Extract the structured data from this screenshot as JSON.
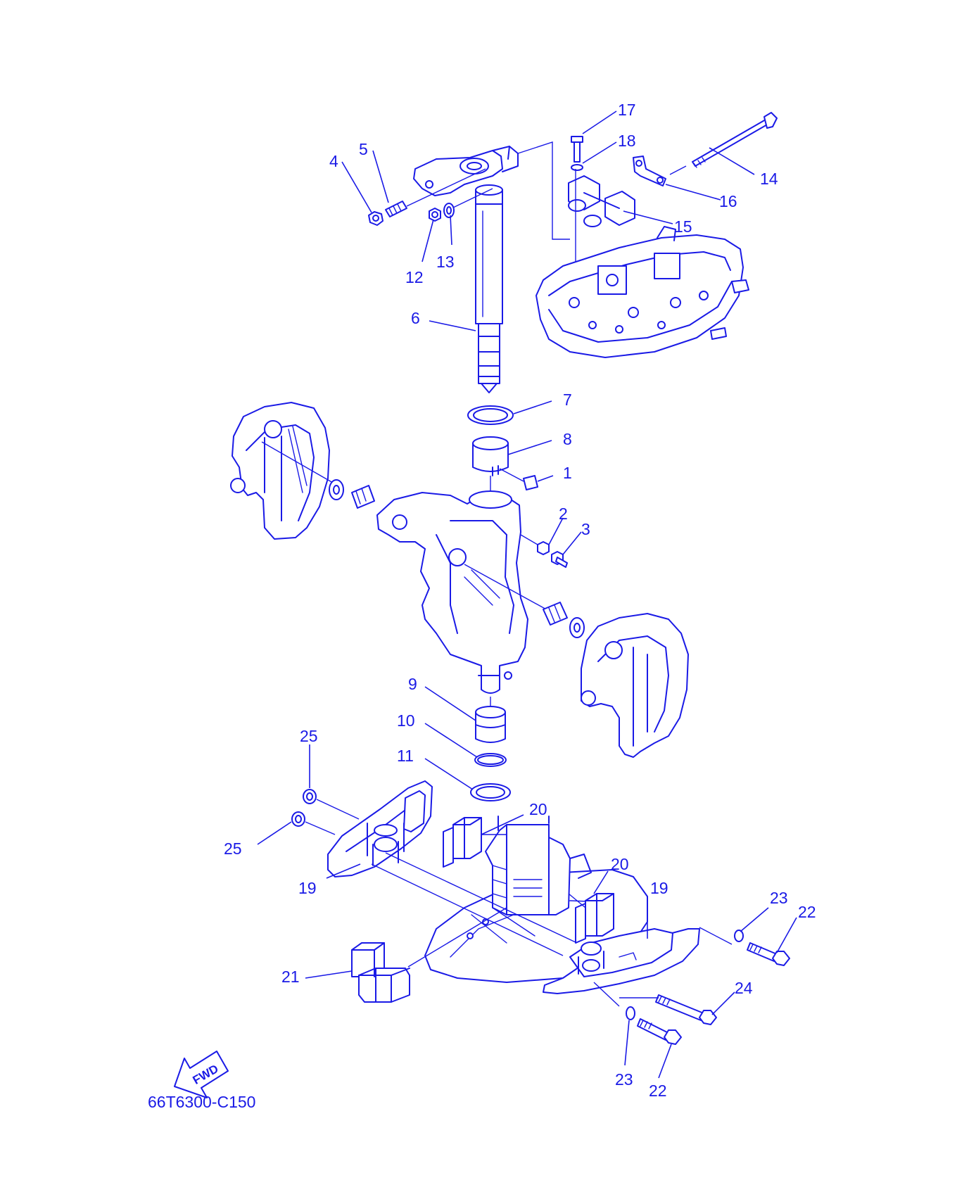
{
  "diagram": {
    "code": "66T6300-C150",
    "fwd_label": "FWD",
    "colors": {
      "line": "#1a1ae6",
      "background": "#ffffff"
    },
    "callouts": [
      {
        "id": "c17",
        "text": "17"
      },
      {
        "id": "c18",
        "text": "18"
      },
      {
        "id": "c5",
        "text": "5"
      },
      {
        "id": "c4",
        "text": "4"
      },
      {
        "id": "c14",
        "text": "14"
      },
      {
        "id": "c16",
        "text": "16"
      },
      {
        "id": "c15",
        "text": "15"
      },
      {
        "id": "c13",
        "text": "13"
      },
      {
        "id": "c12",
        "text": "12"
      },
      {
        "id": "c6",
        "text": "6"
      },
      {
        "id": "c7",
        "text": "7"
      },
      {
        "id": "c8",
        "text": "8"
      },
      {
        "id": "c1",
        "text": "1"
      },
      {
        "id": "c2",
        "text": "2"
      },
      {
        "id": "c3",
        "text": "3"
      },
      {
        "id": "c9",
        "text": "9"
      },
      {
        "id": "c10",
        "text": "10"
      },
      {
        "id": "c11",
        "text": "11"
      },
      {
        "id": "c25a",
        "text": "25"
      },
      {
        "id": "c25b",
        "text": "25"
      },
      {
        "id": "c20a",
        "text": "20"
      },
      {
        "id": "c20b",
        "text": "20"
      },
      {
        "id": "c19a",
        "text": "19"
      },
      {
        "id": "c19b",
        "text": "19"
      },
      {
        "id": "c23a",
        "text": "23"
      },
      {
        "id": "c22a",
        "text": "22"
      },
      {
        "id": "c24",
        "text": "24"
      },
      {
        "id": "c21",
        "text": "21"
      },
      {
        "id": "c23b",
        "text": "23"
      },
      {
        "id": "c22b",
        "text": "22"
      }
    ]
  }
}
